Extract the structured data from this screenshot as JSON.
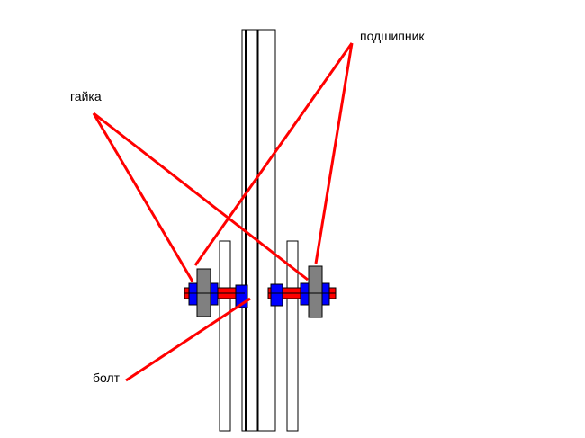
{
  "labels": {
    "nut": "гайка",
    "bearing": "подшипник",
    "bolt": "болт"
  },
  "colors": {
    "leader": "#ff0000",
    "bolt": "#ff0000",
    "bearing": "#0000ff",
    "nut": "#808080",
    "outline": "#000000",
    "background": "#ffffff"
  }
}
